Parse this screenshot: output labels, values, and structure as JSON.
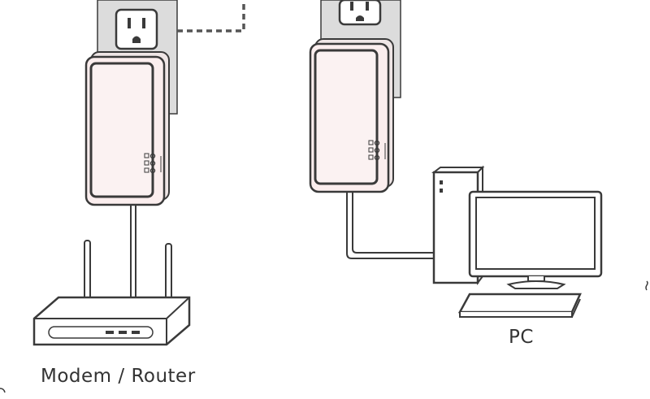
{
  "labels": {
    "modem_router": "Modem / Router",
    "pc": "PC"
  },
  "colors": {
    "stroke": "#3a3a3a",
    "wall_plate": "#dcdcdc",
    "adapter_face": "#fbeeee",
    "dashed_cable": "#555555",
    "label_text": "#333333"
  },
  "icons": {
    "outlet": "us-power-outlet",
    "adapter": "powerline-adapter",
    "router": "wireless-router",
    "pc": "desktop-computer"
  }
}
